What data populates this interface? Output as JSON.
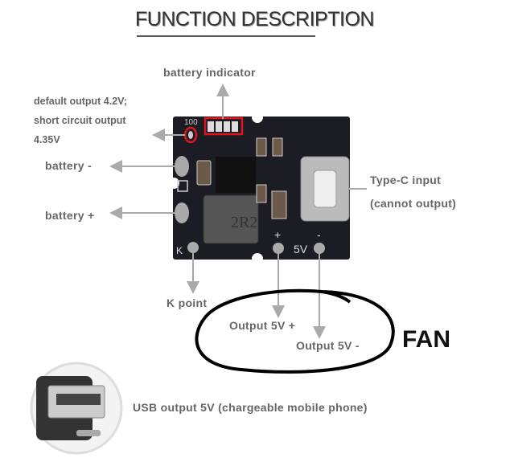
{
  "title": "FUNCTION DESCRIPTION",
  "labels": {
    "battery_indicator": "battery indicator",
    "default_output_1": "default output 4.2V;",
    "default_output_2": "short circuit output",
    "default_output_3": "4.35V",
    "battery_minus": "battery -",
    "battery_plus": "battery +",
    "typec_1": "Type-C input",
    "typec_2": "(cannot output)",
    "k_point": "K point",
    "output_plus": "Output 5V +",
    "output_minus": "Output 5V -",
    "fan": "FAN",
    "usb_output": "USB output 5V (chargeable mobile phone)"
  },
  "board": {
    "inductor": "2R2",
    "silk_100": "100",
    "silk_5v": "5V",
    "silk_plus": "+",
    "silk_minus": "-",
    "silk_k": "K"
  },
  "colors": {
    "board": "#1c1d24",
    "label": "#666666",
    "highlight": "#e0141e"
  }
}
